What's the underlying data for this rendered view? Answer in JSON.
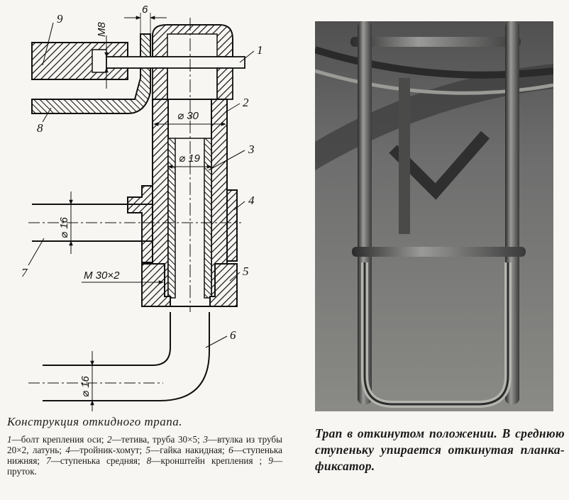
{
  "drawing": {
    "part_labels": [
      "1",
      "2",
      "3",
      "4",
      "5",
      "6",
      "7",
      "8",
      "9"
    ],
    "dimensions": {
      "m8": "M8",
      "gap6": "6",
      "d30": "⌀ 30",
      "d19": "⌀ 19",
      "d16_top": "⌀ 16",
      "m30x2": "M 30×2",
      "d16_bottom": "⌀ 16"
    }
  },
  "caption": {
    "title": "Конструкция откидного трапа.",
    "items": [
      {
        "num": "1",
        "text": "—болт крепления оси; "
      },
      {
        "num": "2",
        "text": "—тетива, труба 30×5; "
      },
      {
        "num": "3",
        "text": "—втулка из трубы 20×2, латунь; "
      },
      {
        "num": "4",
        "text": "—тройник-хомут; "
      },
      {
        "num": "5",
        "text": "—гайка накидная; "
      },
      {
        "num": "6",
        "text": "—ступенька нижняя; "
      },
      {
        "num": "7",
        "text": "—ступенька средняя; "
      },
      {
        "num": "8",
        "text": "—кронштейн крепления ; "
      },
      {
        "num": "9",
        "text": "—пруток."
      }
    ]
  },
  "photo_caption": "Трап в откинутом положении. В среднюю ступеньку упирается откинутая планка-фиксатор."
}
